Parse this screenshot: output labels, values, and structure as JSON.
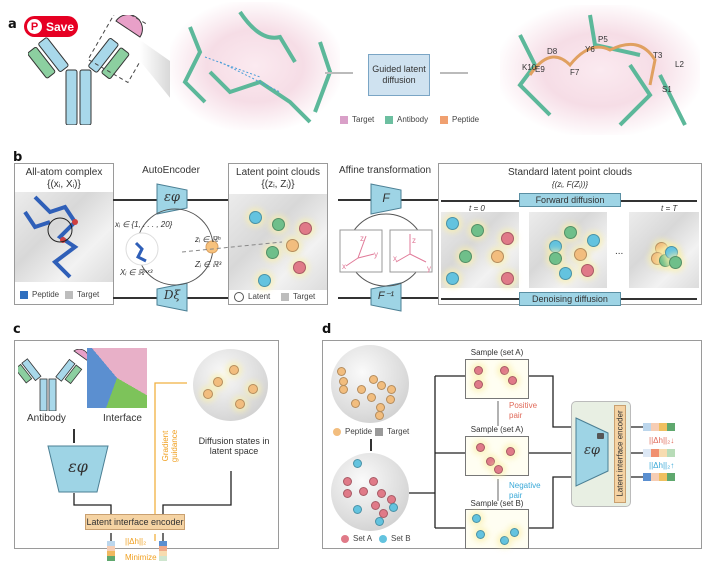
{
  "save_button": {
    "label": "Save"
  },
  "panel_a": {
    "letter": "a",
    "guided_box": "Guided latent diffusion",
    "legend": [
      {
        "label": "Target",
        "color": "#d9a0c8"
      },
      {
        "label": "Antibody",
        "color": "#6cbfa0"
      },
      {
        "label": "Peptide",
        "color": "#f0a070"
      }
    ],
    "residue_labels": [
      "D8",
      "Y6",
      "P5",
      "T3",
      "L2",
      "K10",
      "E9",
      "F7",
      "S1"
    ]
  },
  "panel_b": {
    "letter": "b",
    "all_atom_title": "All-atom complex",
    "all_atom_sub": "{(xᵢ, Xᵢ)}",
    "autoencoder_title": "AutoEncoder",
    "encoder_symbol": "εφ",
    "decoder_symbol": "Dξ",
    "x_label": "xᵢ ∈ {1, . . . , 20}",
    "X_label": "Xᵢ ∈ ℝⁿˣ³",
    "z_label": "zᵢ ∈ ℝʰ",
    "Z_label": "Zᵢ ∈ ℝ³",
    "legend_peptide": "Peptide",
    "legend_target": "Target",
    "latent_title": "Latent point clouds",
    "latent_sub": "{(zᵢ, Zᵢ)}",
    "legend_latent": "Latent",
    "legend_target2": "Target",
    "affine_title": "Affine transformation",
    "F_symbol": "F",
    "F_inv_symbol": "F⁻¹",
    "axes_left": [
      "z",
      "x",
      "y"
    ],
    "axes_right": [
      "z",
      "x",
      "y"
    ],
    "standard_title": "Standard latent point clouds",
    "standard_sub": "{(zᵢ, F(Zᵢ))}",
    "forward": "Forward diffusion",
    "denoising": "Denoising diffusion",
    "t0": "t = 0",
    "tT": "t = T",
    "ellipsis": "..."
  },
  "panel_c": {
    "letter": "c",
    "antibody": "Antibody",
    "interface": "Interface",
    "encoder_symbol": "εφ",
    "gradient_guidance": "Gradient guidance",
    "diffusion_states": "Diffusion states in latent space",
    "latent_encoder": "Latent interface encoder",
    "norm": "||Δh||₂",
    "minimize": "Minimize"
  },
  "panel_d": {
    "letter": "d",
    "legend_peptide": "Peptide",
    "legend_target": "Target",
    "legend_setA": "Set A",
    "legend_setB": "Set B",
    "sample_a1": "Sample (set A)",
    "sample_a2": "Sample (set A)",
    "sample_b": "Sample (set B)",
    "positive_pair": "Positive pair",
    "negative_pair": "Negative pair",
    "encoder_symbol": "εφ",
    "latent_encoder": "Latent interface encoder",
    "norm_down": "||Δh||₂↓",
    "norm_up": "||Δh||₂↑"
  },
  "colors": {
    "blue_block": "#9ed4e5",
    "orange_block": "#f5d3a3",
    "setA": "#e07a88",
    "setB": "#63c3df",
    "peptide": "#f2bd7e",
    "latent_green": "#6fbf8a",
    "positive": "#e06a5a",
    "negative": "#3aa9d8",
    "gradient": "#f0b040"
  }
}
